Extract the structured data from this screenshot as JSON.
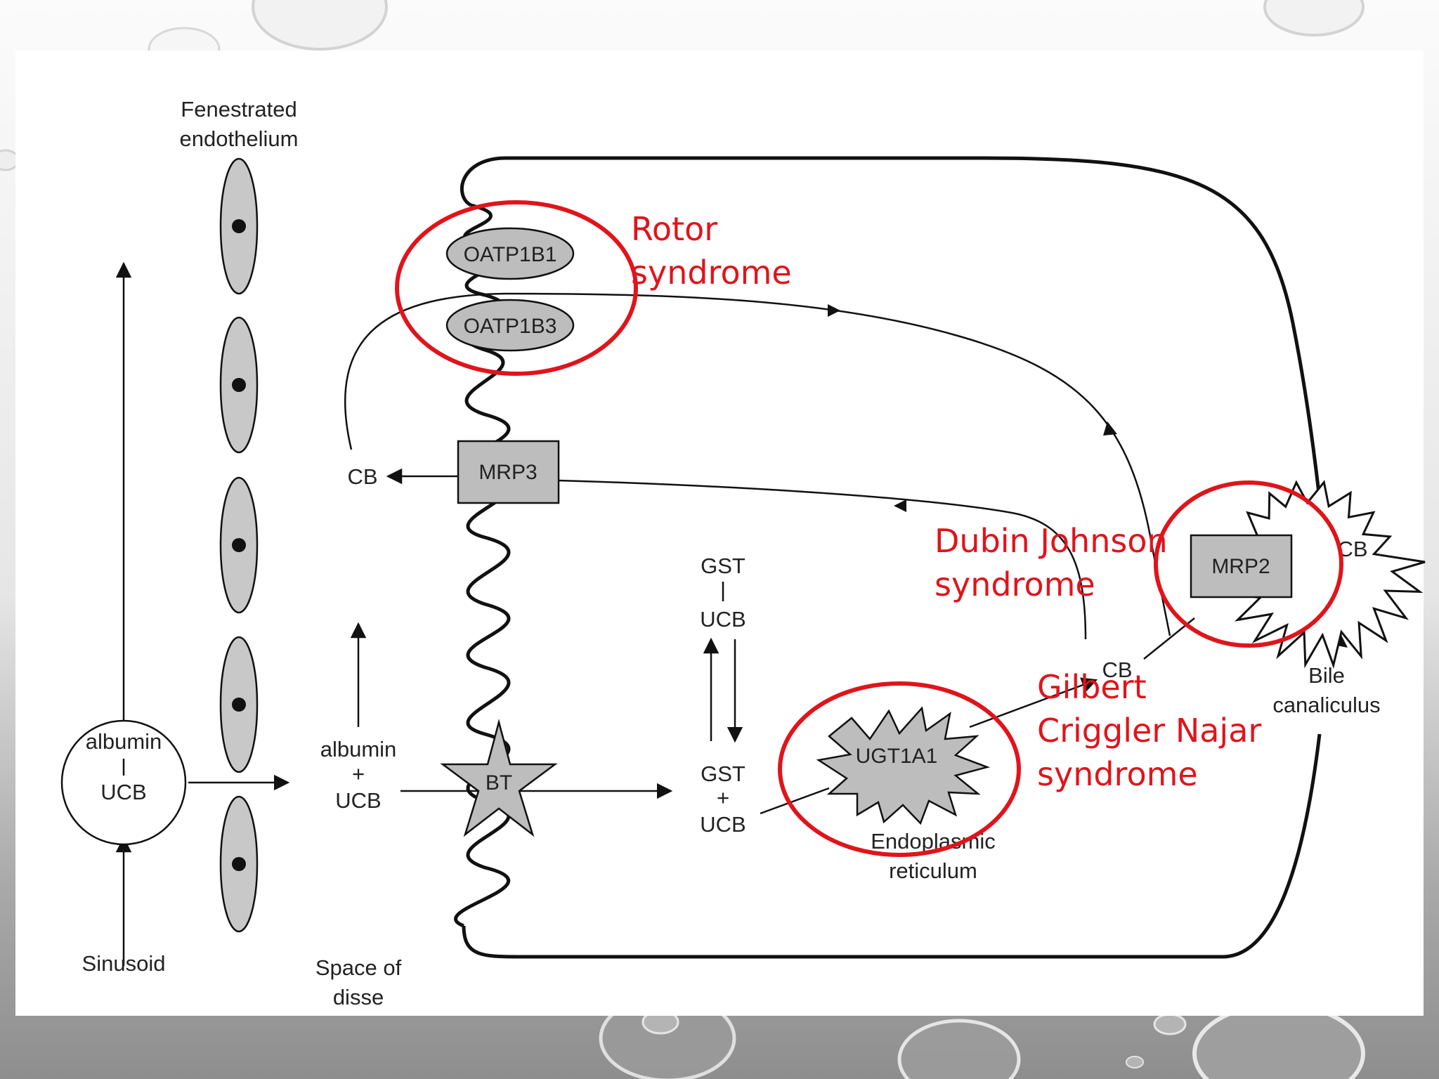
{
  "labels": {
    "fenestrated_line1": "Fenestrated",
    "fenestrated_line2": "endothelium",
    "sinusoid": "Sinusoid",
    "space_of_disse_line1": "Space of",
    "space_of_disse_line2": "disse",
    "albumin_circle_top": "albumin",
    "albumin_circle_bottom": "UCB",
    "albumin_plus_top": "albumin",
    "albumin_plus_plus": "+",
    "albumin_plus_bottom": "UCB",
    "cb_left": "CB",
    "gst_top": "GST",
    "gst_top_ucb": "UCB",
    "gst_bottom": "GST",
    "gst_bottom_plus": "+",
    "gst_bottom_ucb": "UCB",
    "cb_middle": "CB",
    "cb_canaliculus": "CB",
    "endoplasmic_line1": "Endoplasmic",
    "endoplasmic_line2": "reticulum",
    "bile_line1": "Bile",
    "bile_line2": "canaliculus"
  },
  "transporters": {
    "oatp1b1": "OATP1B1",
    "oatp1b3": "OATP1B3",
    "mrp3": "MRP3",
    "mrp2": "MRP2",
    "bt": "BT",
    "ugt1a1": "UGT1A1"
  },
  "annotations": {
    "rotor_line1": "Rotor",
    "rotor_line2": "syndrome",
    "dubin_line1": "Dubin Johnson",
    "dubin_line2": "syndrome",
    "gilbert_line1": "Gilbert",
    "gilbert_line2": "Criggler Najar",
    "gilbert_line3": "syndrome"
  },
  "colors": {
    "annotation_red": "#e0141b",
    "shape_gray": "#c8c8c8",
    "line_black": "#111111"
  }
}
